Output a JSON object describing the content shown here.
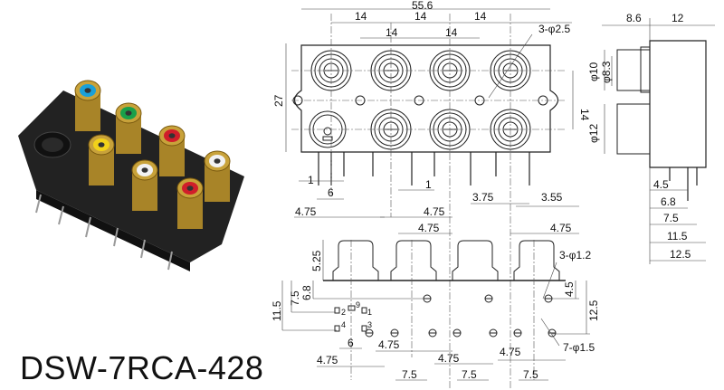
{
  "product": {
    "model": "DSW-7RCA-428"
  },
  "photo": {
    "jack_colors": {
      "blue": "#1aa0d8",
      "green": "#19a04a",
      "red": "#d01e2a",
      "yellow": "#f2d21a",
      "white": "#f2f2f2",
      "gold": "#c8a23a",
      "housing": "#1e1e1e"
    }
  },
  "front_view": {
    "overall_width": "55.6",
    "pitch_top": [
      "14",
      "14",
      "14"
    ],
    "pitch_second": [
      "14",
      "14"
    ],
    "holes_callout": "3-φ2.5",
    "height": "27",
    "row_spacing": "14",
    "pin_1a": "1",
    "pin_6": "6",
    "pin_1b": "1",
    "d_375": "3.75",
    "d_355": "3.55",
    "d_475_a": "4.75",
    "d_475_b": "4.75",
    "d_475_c": "4.75",
    "d_475_d": "4.75"
  },
  "side_view": {
    "d_86": "8.6",
    "d_12": "12",
    "phi10": "φ10",
    "phi83": "φ8.3",
    "phi12": "φ12",
    "d_45": "4.5",
    "d_68": "6.8",
    "d_75": "7.5",
    "d_115": "11.5",
    "d_125": "12.5"
  },
  "bottom_view": {
    "d_525": "5.25",
    "d_115": "11.5",
    "d_75": "7.5",
    "d_68": "6.8",
    "pins": [
      "1",
      "2",
      "3",
      "4",
      "9"
    ],
    "holes_small": "3-φ1.2",
    "d_45": "4.5",
    "d_125": "12.5",
    "holes_large": "7-φ1.5",
    "d_6": "6",
    "d_475": [
      "4.75",
      "4.75",
      "4.75",
      "4.75"
    ],
    "d_75_pitch": [
      "7.5",
      "7.5",
      "7.5"
    ]
  }
}
